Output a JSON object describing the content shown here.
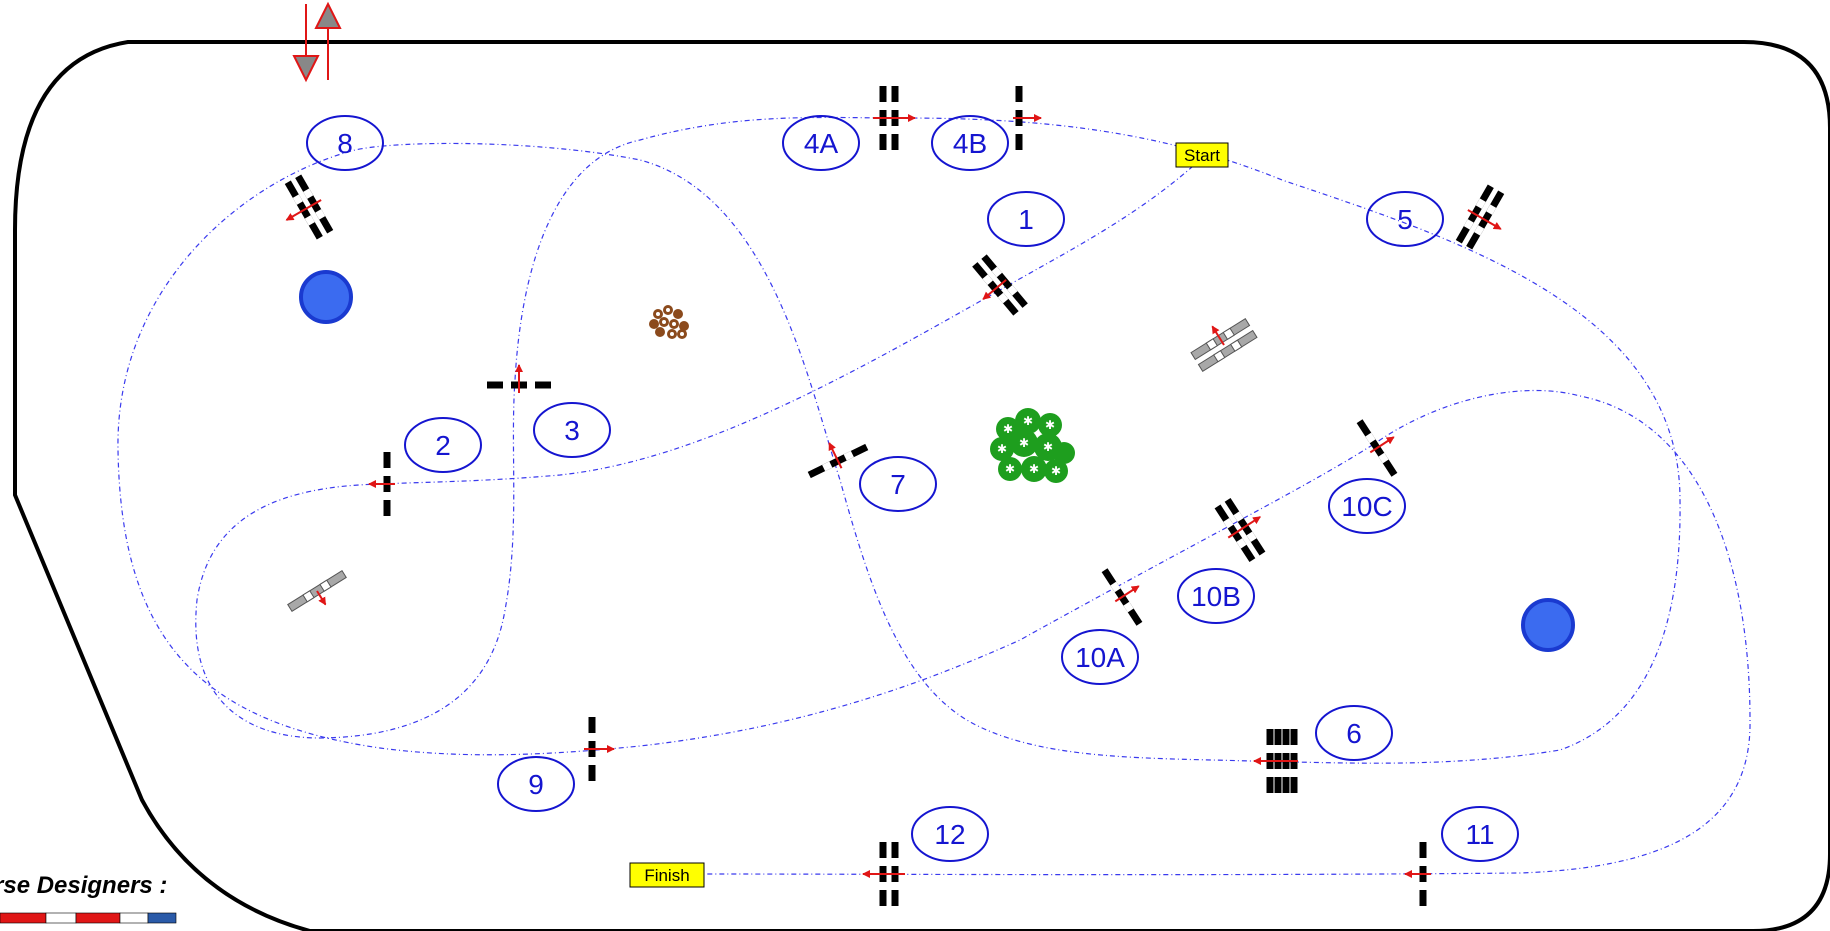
{
  "course": {
    "jumps": [
      {
        "label": "1"
      },
      {
        "label": "2"
      },
      {
        "label": "3"
      },
      {
        "label": "4A"
      },
      {
        "label": "4B"
      },
      {
        "label": "5"
      },
      {
        "label": "6"
      },
      {
        "label": "7"
      },
      {
        "label": "8"
      },
      {
        "label": "9"
      },
      {
        "label": "10A"
      },
      {
        "label": "10B"
      },
      {
        "label": "10C"
      },
      {
        "label": "11"
      },
      {
        "label": "12"
      }
    ],
    "start_label": "Start",
    "finish_label": "Finish"
  },
  "footer": {
    "designers_label": "rse Designers :"
  },
  "colors": {
    "number_ring": "#1515d0",
    "path": "#3a3aee",
    "arrow": "#e01616",
    "marker_fill": "#ffff00",
    "fence_black": "#000000",
    "water_tray": "#a0a0a0",
    "tree_green": "#1e9e1e",
    "flower_brown": "#8b4a1c",
    "circle_blue": "#3b6bf0"
  },
  "icons": [
    "entry-exit-arrows-icon",
    "tree-icon",
    "flower-bed-icon",
    "blue-circle-marker-icon"
  ]
}
